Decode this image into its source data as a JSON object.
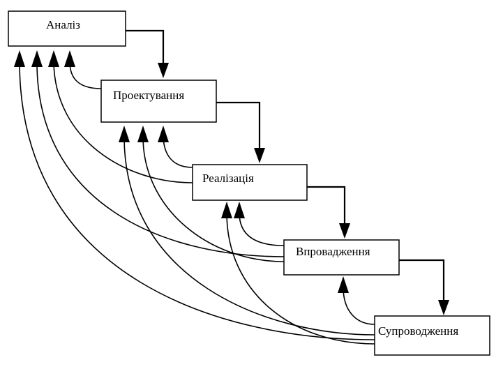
{
  "stages": [
    {
      "id": "analysis",
      "label": "Аналіз"
    },
    {
      "id": "design",
      "label": "Проектування"
    },
    {
      "id": "implementation",
      "label": "Реалізація"
    },
    {
      "id": "deployment",
      "label": "Впровадження"
    },
    {
      "id": "maintenance",
      "label": "Супроводження"
    }
  ],
  "forward_flow": [
    {
      "from": "analysis",
      "to": "design"
    },
    {
      "from": "design",
      "to": "implementation"
    },
    {
      "from": "implementation",
      "to": "deployment"
    },
    {
      "from": "deployment",
      "to": "maintenance"
    }
  ],
  "feedback_flow": [
    {
      "from": "design",
      "to": "analysis"
    },
    {
      "from": "implementation",
      "to": "analysis"
    },
    {
      "from": "deployment",
      "to": "analysis"
    },
    {
      "from": "maintenance",
      "to": "analysis"
    },
    {
      "from": "implementation",
      "to": "design"
    },
    {
      "from": "deployment",
      "to": "design"
    },
    {
      "from": "maintenance",
      "to": "design"
    },
    {
      "from": "deployment",
      "to": "implementation"
    },
    {
      "from": "maintenance",
      "to": "implementation"
    },
    {
      "from": "maintenance",
      "to": "deployment"
    }
  ],
  "colors": {
    "line": "#000000",
    "box_fill": "#ffffff"
  }
}
